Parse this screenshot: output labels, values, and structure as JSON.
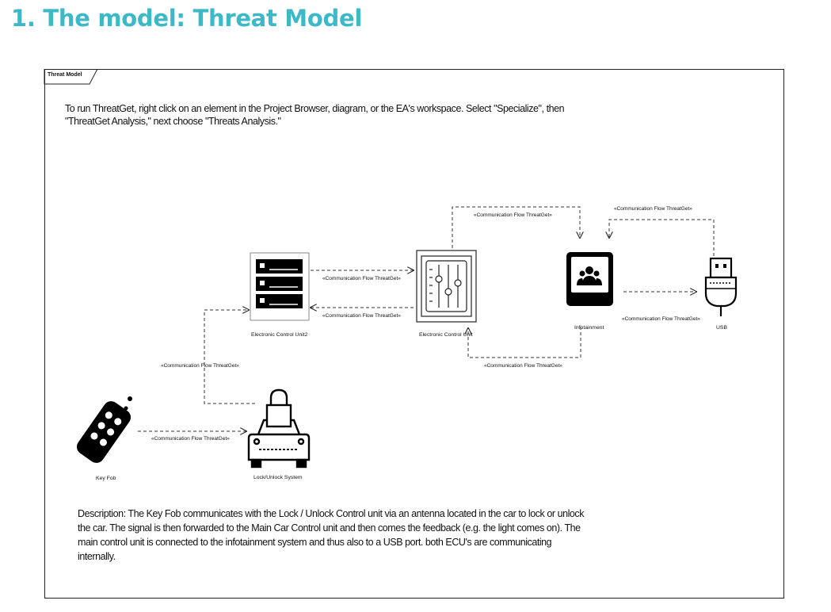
{
  "page": {
    "title": "1. The model: Threat Model",
    "accent_color": "#3cb8c8"
  },
  "frame": {
    "tab_label": "Threat Model"
  },
  "instructions": "To run ThreatGet, right click on an element in the Project Browser, diagram, or the EA's workspace. Select \"Specialize\", then \"ThreatGet Analysis,\" next choose \"Threats Analysis.\"",
  "nodes": {
    "ecu2": "Electronic Control Unit2",
    "ecu1": "Electronic Control Unit",
    "infotainment": "Infotainment",
    "usb": "USB",
    "keyfob": "Key Fob",
    "lock": "Lock/Unlock System"
  },
  "flows": {
    "ecu2_to_ecu1": "«Communication Flow ThreatGet»",
    "ecu1_to_ecu2": "«Communication Flow ThreatGet»",
    "ecu1_to_info": "«Communication Flow ThreatGet»",
    "usb_to_info": "«Communication Flow ThreatGet»",
    "info_to_usb": "«Communication Flow ThreatGet»",
    "info_to_ecu1": "«Communication Flow ThreatGet»",
    "lock_to_ecu2": "«Communication Flow ThreatGet»",
    "keyfob_to_lock": "«Communication Flow ThreatGet»"
  },
  "description": "Description: The Key Fob communicates with the Lock / Unlock Control unit via an antenna located in the car to lock or unlock the car. The signal is then forwarded to the Main Car Control unit and then comes the feedback (e.g. the light comes on). The main control unit is connected to the infotainment system and thus also to a USB port. both ECU's are communicating internally."
}
